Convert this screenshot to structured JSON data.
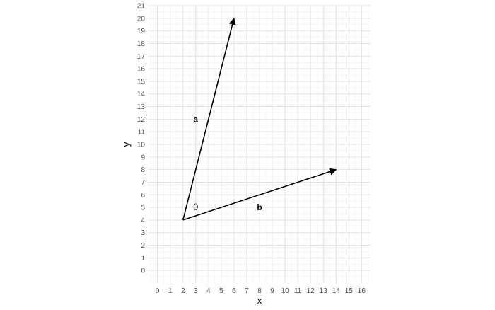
{
  "chart_data": {
    "type": "vector-diagram",
    "xlabel": "x",
    "ylabel": "y",
    "xlim": [
      -0.7,
      16.7
    ],
    "ylim": [
      -1,
      21
    ],
    "x_ticks": [
      "0",
      "1",
      "2",
      "3",
      "4",
      "5",
      "6",
      "7",
      "8",
      "9",
      "10",
      "11",
      "12",
      "13",
      "14",
      "15",
      "16"
    ],
    "y_ticks": [
      "0",
      "1",
      "2",
      "3",
      "4",
      "5",
      "6",
      "7",
      "8",
      "9",
      "10",
      "11",
      "12",
      "13",
      "14",
      "15",
      "16",
      "17",
      "18",
      "19",
      "20",
      "21"
    ],
    "grid": true,
    "colors": {
      "grid_minor": "#f0f0f0",
      "grid_major": "#e3e3e3",
      "vector": "#000000",
      "tick_text": "#4d4d4d"
    },
    "origin": [
      2,
      4
    ],
    "vectors": [
      {
        "label": "a",
        "from": [
          2,
          4
        ],
        "to": [
          6,
          20
        ],
        "label_pos": [
          3,
          12
        ]
      },
      {
        "label": "b",
        "from": [
          2,
          4
        ],
        "to": [
          14,
          8
        ],
        "label_pos": [
          8,
          5
        ]
      }
    ],
    "angle": {
      "label": "θ",
      "pos": [
        3,
        5
      ]
    }
  }
}
